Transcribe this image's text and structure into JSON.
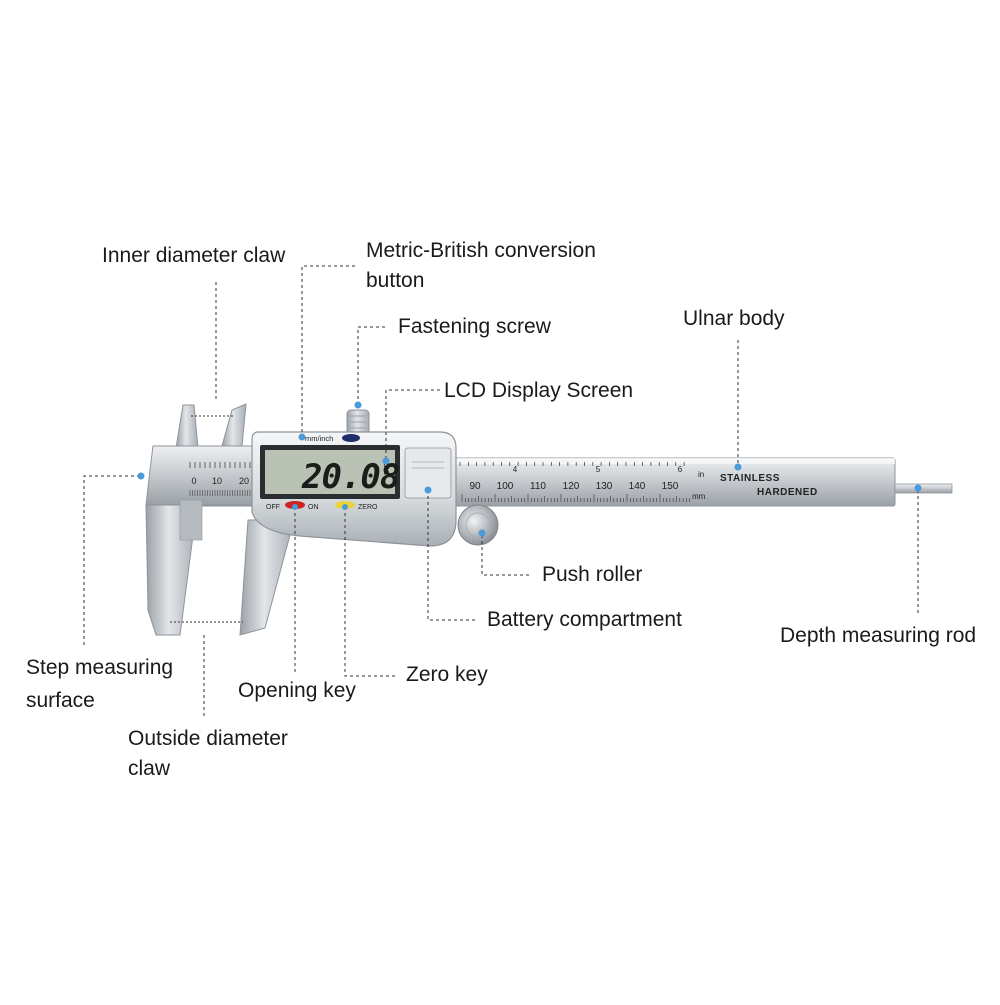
{
  "labels": {
    "inner_claw": "Inner diameter claw",
    "metric_button": [
      "Metric-British conversion",
      "button"
    ],
    "screw": "Fastening screw",
    "lcd": "LCD Display Screen",
    "ulnar": "Ulnar body",
    "step": [
      "Step measuring",
      "surface"
    ],
    "outside_claw": [
      "Outside diameter",
      "claw"
    ],
    "opening_key": "Opening key",
    "zero_key": "Zero key",
    "push_roller": "Push roller",
    "battery": "Battery compartment",
    "depth_rod": "Depth measuring rod"
  },
  "device": {
    "reading": "20.08",
    "reading_unit": "mm",
    "mode_label": "mm/inch",
    "off_label": "OFF",
    "on_label": "ON",
    "zero_label": "ZERO",
    "brand_line1": "STAINLESS",
    "brand_line2": "HARDENED",
    "in_label": "in",
    "mm_label": "mm",
    "jaw_scale": [
      "0",
      "10",
      "20"
    ],
    "main_scale_mm": [
      "90",
      "100",
      "110",
      "120",
      "130",
      "140",
      "150"
    ],
    "inch_scale": [
      "4",
      "5",
      "6"
    ]
  },
  "colors": {
    "marker": "#4a9bdc",
    "leader": "#333333",
    "steel": "#c9cdd1",
    "lcd": "#b9c2b4",
    "button_blue": "#1f2d6b",
    "button_red": "#cc2222",
    "button_yellow": "#e8d43a"
  }
}
